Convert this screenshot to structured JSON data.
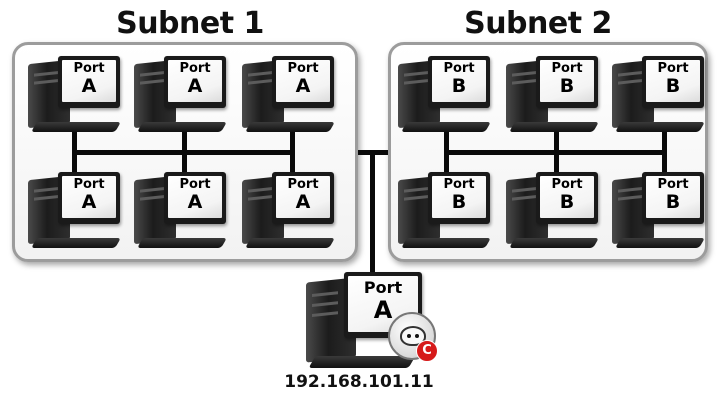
{
  "subnets": [
    {
      "title": "Subnet 1",
      "port_word": "Port",
      "port_letter": "A"
    },
    {
      "title": "Subnet 2",
      "port_word": "Port",
      "port_letter": "B"
    }
  ],
  "server": {
    "port_word": "Port",
    "port_letter": "A",
    "ip": "192.168.101.11",
    "badge_letter": "C",
    "badge_icon": "app-mascot-icon"
  },
  "colors": {
    "wire": "#0a0a0a",
    "panel_border": "#9c9c9c",
    "badge_red": "#d61a1a"
  }
}
